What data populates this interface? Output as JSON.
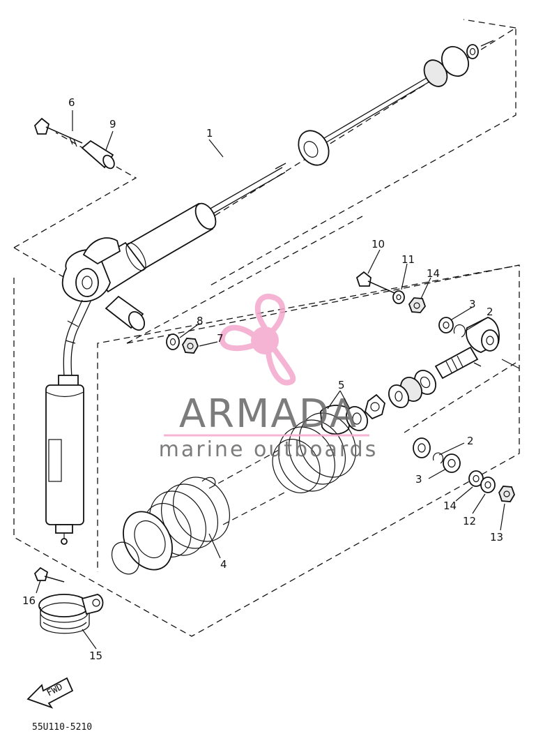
{
  "diagram_code": "55U110-5210",
  "watermark": {
    "brand": "ARMADA",
    "tagline": "marine outboards",
    "accent_color": "#f4a8cc",
    "text_color": "#666666"
  },
  "direction_arrow": {
    "label": "FWD"
  },
  "callouts": [
    {
      "id": "c1",
      "label": "1"
    },
    {
      "id": "c2a",
      "label": "2"
    },
    {
      "id": "c2b",
      "label": "2"
    },
    {
      "id": "c3a",
      "label": "3"
    },
    {
      "id": "c3b",
      "label": "3"
    },
    {
      "id": "c4",
      "label": "4"
    },
    {
      "id": "c5",
      "label": "5"
    },
    {
      "id": "c6",
      "label": "6"
    },
    {
      "id": "c7",
      "label": "7"
    },
    {
      "id": "c8",
      "label": "8"
    },
    {
      "id": "c9",
      "label": "9"
    },
    {
      "id": "c10",
      "label": "10"
    },
    {
      "id": "c11",
      "label": "11"
    },
    {
      "id": "c12",
      "label": "12"
    },
    {
      "id": "c13",
      "label": "13"
    },
    {
      "id": "c14a",
      "label": "14"
    },
    {
      "id": "c14b",
      "label": "14"
    },
    {
      "id": "c15",
      "label": "15"
    },
    {
      "id": "c16",
      "label": "16"
    }
  ]
}
